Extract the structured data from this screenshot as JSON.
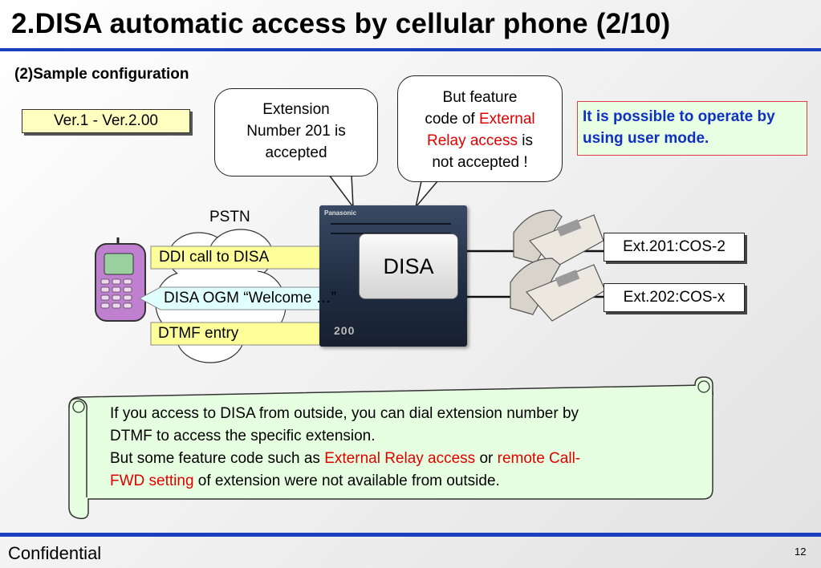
{
  "slide": {
    "title": "2.DISA automatic access by cellular phone (2/10)",
    "subtitle": "(2)Sample configuration",
    "version_label": "Ver.1 - Ver.2.00",
    "callout_left": {
      "line1": "Extension",
      "line2": "Number 201 is",
      "line3": "accepted"
    },
    "callout_right": {
      "line1": "But feature",
      "line2_a": "code of ",
      "line2_b": "External",
      "line3_a": "Relay access",
      "line3_b": " is",
      "line4": "not accepted !"
    },
    "mode_note": "It is possible to operate by using user mode.",
    "pstn_label": "PSTN",
    "disa_label": "DISA",
    "pbx_brand": "Panasonic",
    "pbx_model": "200",
    "arrows": {
      "ddi": "DDI call to DISA",
      "ogm": "DISA OGM “Welcome …”",
      "dtmf": "DTMF entry"
    },
    "extensions": [
      "Ext.201:COS-2",
      "Ext.202:COS-x"
    ],
    "scroll": {
      "line1": "If you access to DISA from outside, you can dial extension number by",
      "line2": "DTMF to access the specific extension.",
      "line3_a": "But some feature code such as ",
      "line3_b": "External Relay access",
      "line3_c": " or ",
      "line3_d": "remote Call-",
      "line4_a": "FWD setting",
      "line4_b": " of extension were not available from outside."
    },
    "footer": "Confidential",
    "page_number": "12"
  },
  "colors": {
    "rule_blue": "#1a3fbf",
    "highlight_red": "#e00000",
    "note_blue": "#1030c0",
    "arrow_yellow": "#ffff99",
    "arrow_cyan": "#e0ffff",
    "scroll_green": "#e6ffe0"
  }
}
